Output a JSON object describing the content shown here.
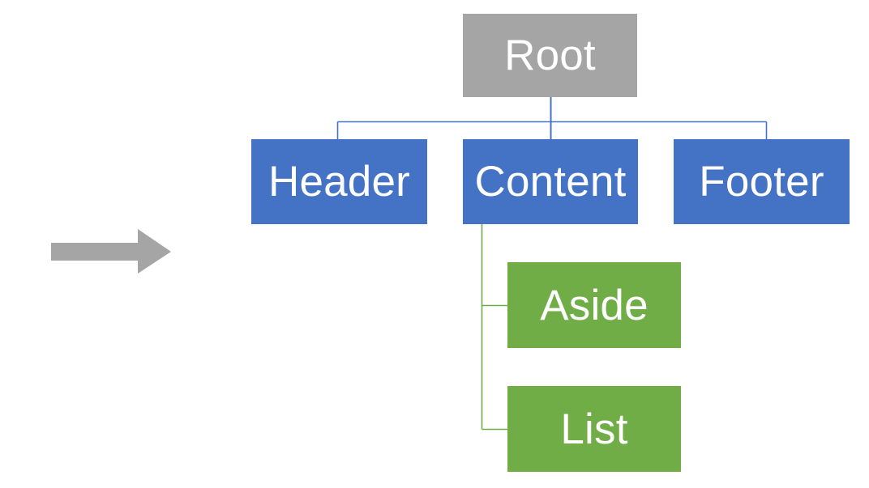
{
  "diagram": {
    "type": "tree",
    "title": "",
    "background_color": "#FFFFFF",
    "colors": {
      "root_fill": "#A5A5A5",
      "level1_fill": "#4472C4",
      "level2_fill": "#70AD47",
      "node_text": "#FFFFFF",
      "blue_connector": "#4472C4",
      "green_connector": "#70AD47",
      "arrow_fill": "#A5A5A5"
    },
    "nodes": {
      "root": {
        "label": "Root",
        "level": 0,
        "fill": "#A5A5A5"
      },
      "header": {
        "label": "Header",
        "level": 1,
        "fill": "#4472C4"
      },
      "content": {
        "label": "Content",
        "level": 1,
        "fill": "#4472C4"
      },
      "footer": {
        "label": "Footer",
        "level": 1,
        "fill": "#4472C4"
      },
      "aside": {
        "label": "Aside",
        "level": 2,
        "fill": "#70AD47"
      },
      "list": {
        "label": "List",
        "level": 2,
        "fill": "#70AD47"
      }
    },
    "edges": [
      {
        "from": "Root",
        "to": "Header",
        "color": "#4472C4"
      },
      {
        "from": "Root",
        "to": "Content",
        "color": "#4472C4"
      },
      {
        "from": "Root",
        "to": "Footer",
        "color": "#4472C4"
      },
      {
        "from": "Content",
        "to": "Aside",
        "color": "#70AD47"
      },
      {
        "from": "Content",
        "to": "List",
        "color": "#70AD47"
      }
    ],
    "annotation_arrow": {
      "name": "right-arrow",
      "direction": "right",
      "color": "#A5A5A5"
    }
  }
}
